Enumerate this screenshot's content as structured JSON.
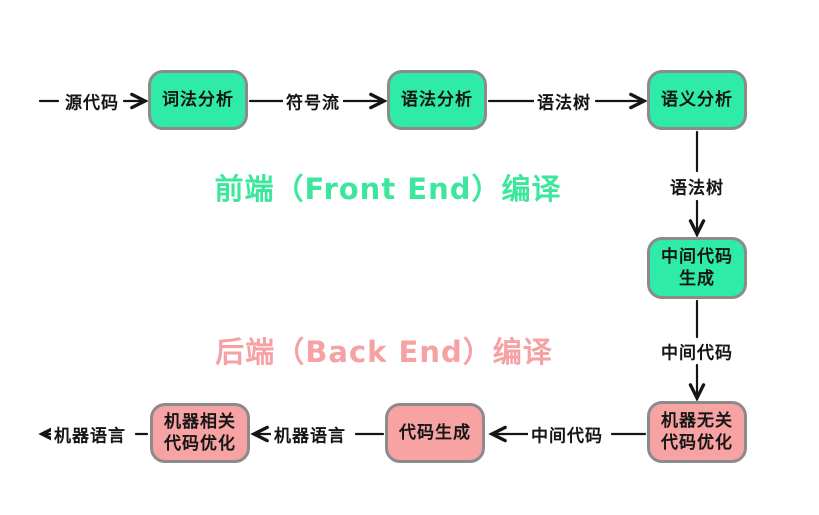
{
  "diagram": {
    "section_labels": {
      "front_end": "前端（Front End）编译",
      "back_end": "后端（Back End）编译"
    },
    "nodes": {
      "lexical": "词法分析",
      "syntax": "语法分析",
      "semantic": "语义分析",
      "ir_generation": "中间代码\n生成",
      "machine_independent_opt": "机器无关\n代码优化",
      "code_generation": "代码生成",
      "machine_dependent_opt": "机器相关\n代码优化"
    },
    "edge_labels": {
      "source_code": "源代码",
      "token_stream": "符号流",
      "syntax_tree_top": "语法树",
      "syntax_tree_right": "语法树",
      "intermediate_code_right": "中间代码",
      "intermediate_code_bottom": "中间代码",
      "machine_language_mid": "机器语言",
      "machine_language_out": "机器语言"
    },
    "colors": {
      "front_end_fill": "#2eeba7",
      "back_end_fill": "#f7a3a3",
      "front_end_text": "#3ce69d",
      "back_end_text": "#f6a2a4",
      "box_border": "#8b8b8b",
      "line": "#151515"
    }
  }
}
